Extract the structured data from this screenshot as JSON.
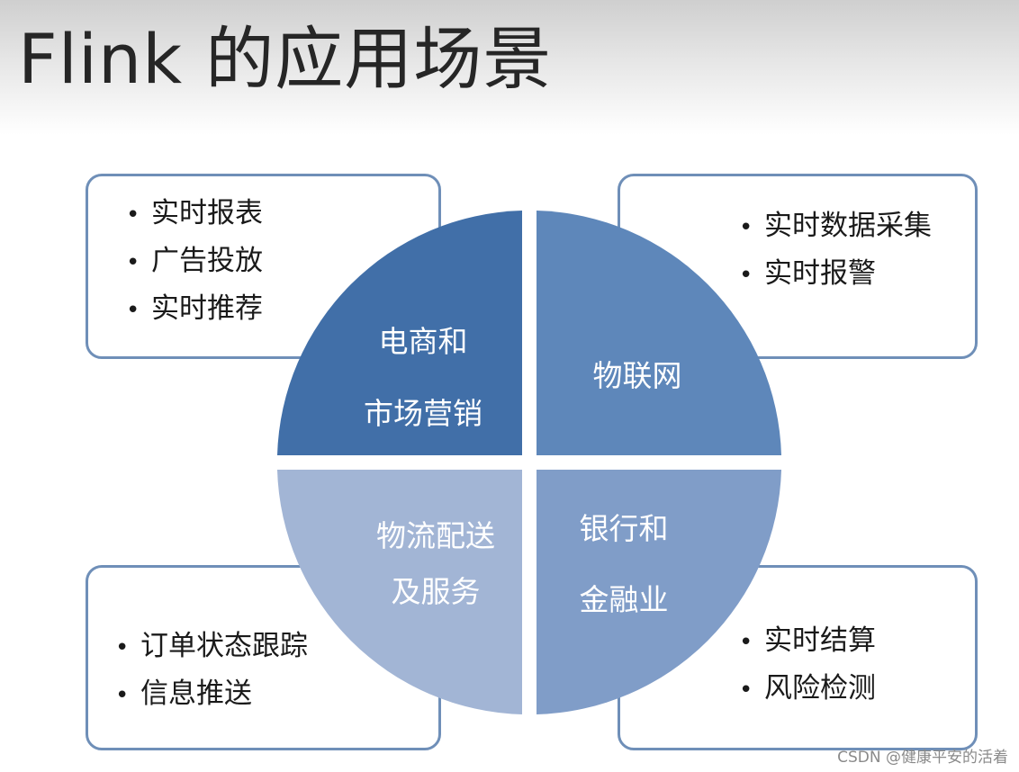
{
  "title": "Flink 的应用场景",
  "quadrants": [
    {
      "id": "tl",
      "label_lines": [
        "电商和",
        "市场营销"
      ],
      "color": "#416fa8"
    },
    {
      "id": "tr",
      "label_lines": [
        "物联网"
      ],
      "color": "#5e87ba"
    },
    {
      "id": "bl",
      "label_lines": [
        "物流配送",
        "及服务"
      ],
      "color": "#a2b5d5"
    },
    {
      "id": "br",
      "label_lines": [
        "银行和",
        "金融业"
      ],
      "color": "#809dc8"
    }
  ],
  "boxes": {
    "tl": {
      "items": [
        "实时报表",
        "广告投放",
        "实时推荐"
      ]
    },
    "tr": {
      "items": [
        "实时数据采集",
        "实时报警"
      ]
    },
    "bl": {
      "items": [
        "订单状态跟踪",
        "信息推送"
      ]
    },
    "br": {
      "items": [
        "实时结算",
        "风险检测"
      ]
    }
  },
  "watermark": "CSDN @健康平安的活着"
}
